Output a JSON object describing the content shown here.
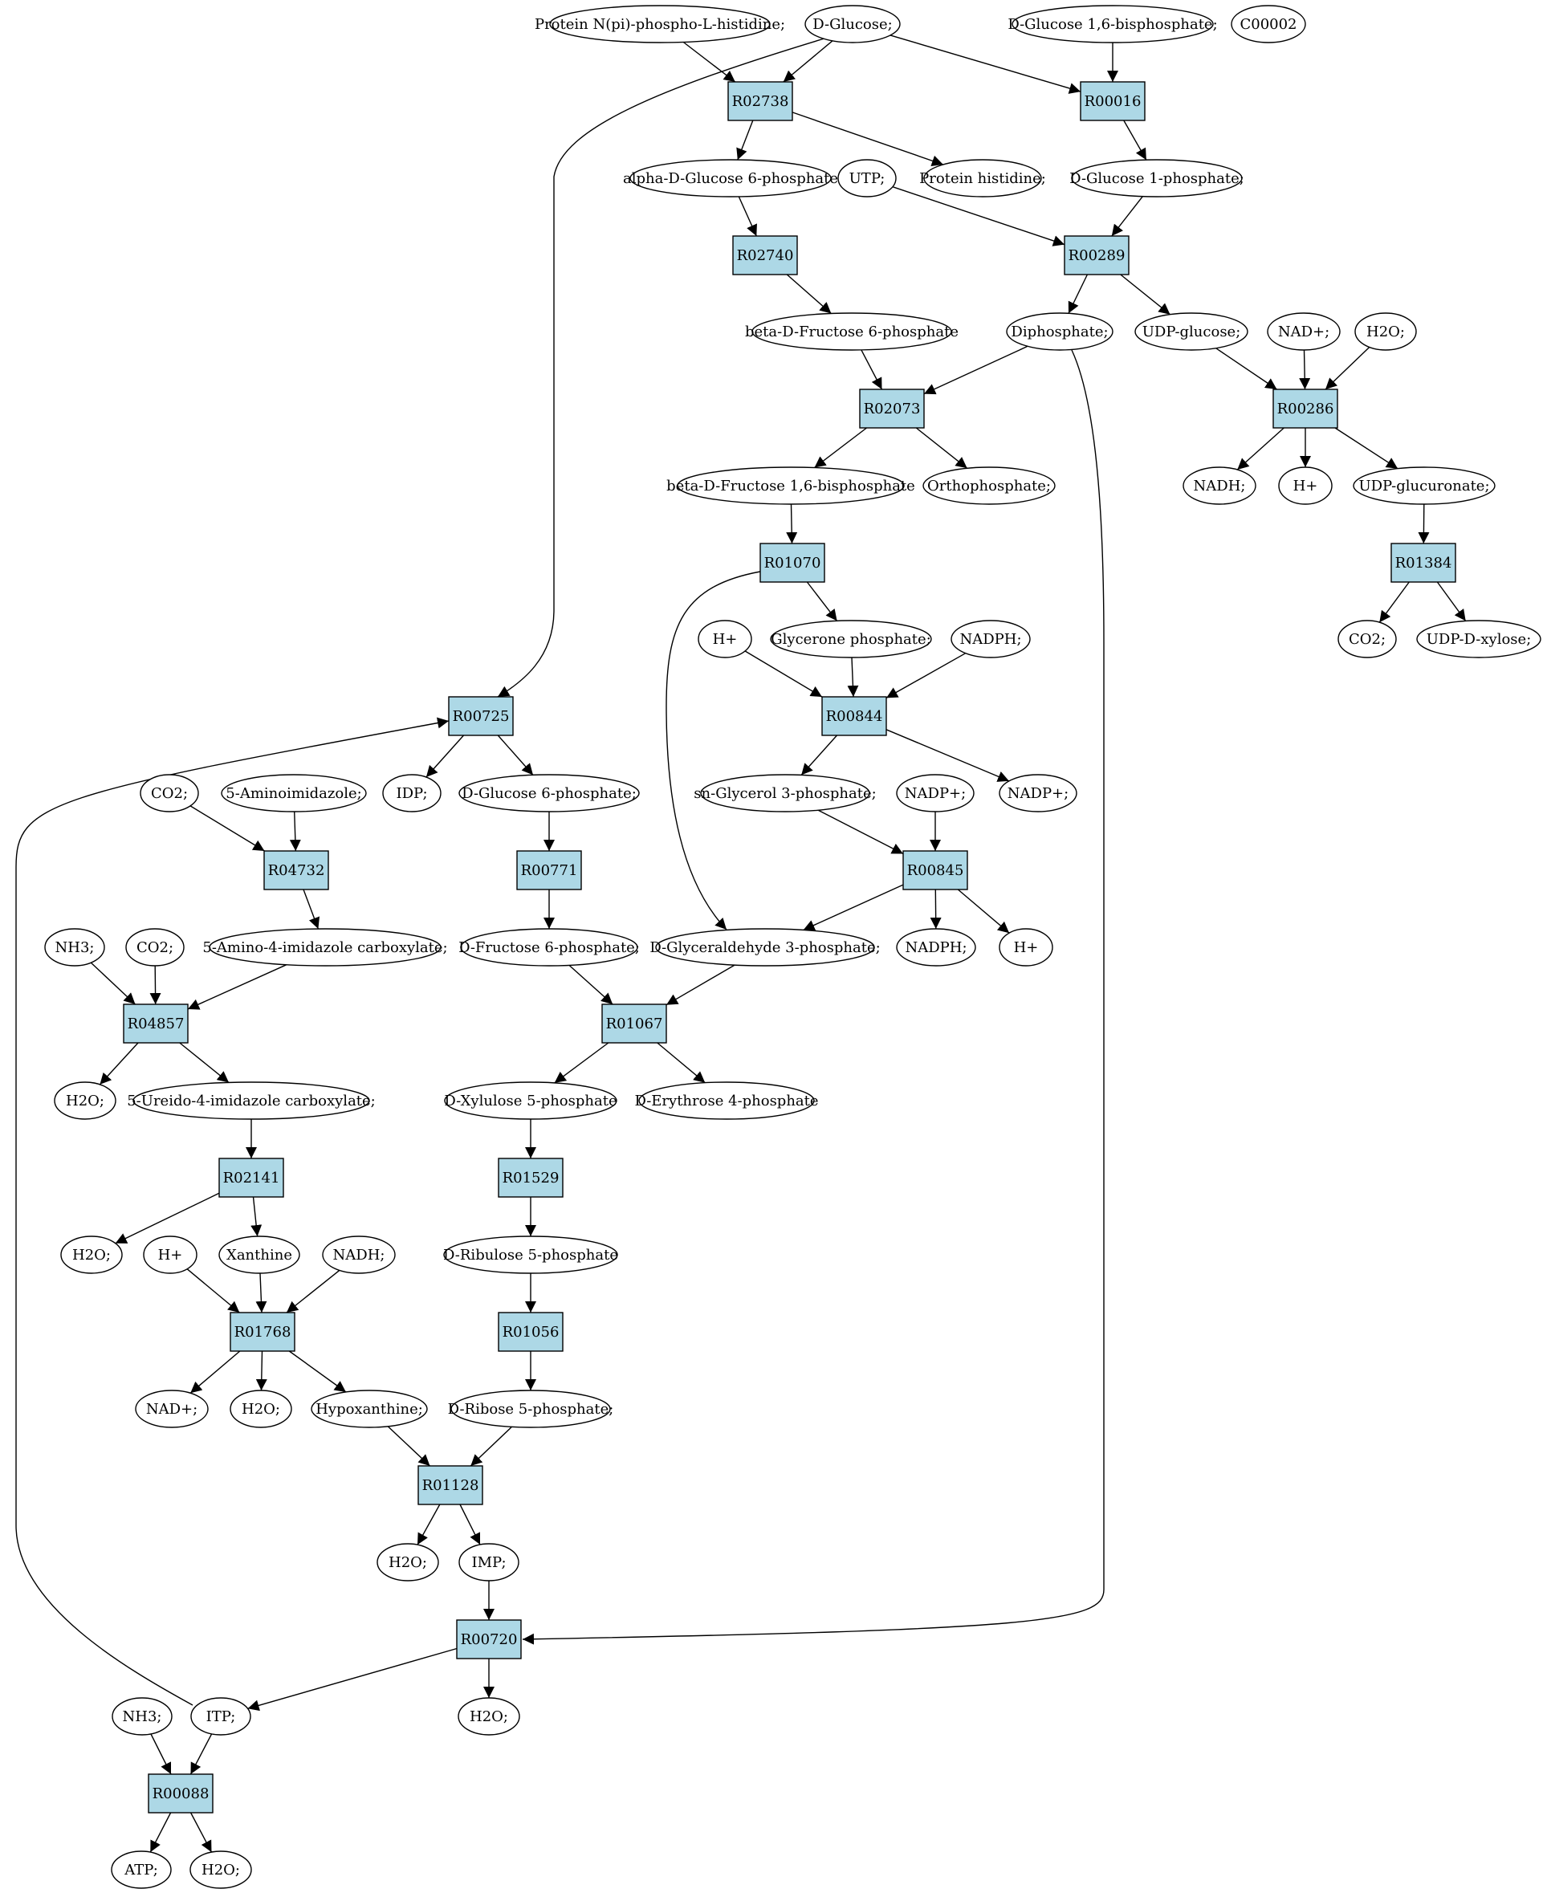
{
  "colors": {
    "reaction_fill": "#add8e6",
    "compound_fill": "#ffffff",
    "start_compound_fill": "#00ee00",
    "highlight_compound_fill": "#ffff00"
  },
  "reactions": {
    "R02738": "R02738",
    "R00016": "R00016",
    "R02740": "R02740",
    "R00289": "R00289",
    "R02073": "R02073",
    "R00286": "R00286",
    "R01070": "R01070",
    "R01384": "R01384",
    "R00725": "R00725",
    "R00844": "R00844",
    "R04732": "R04732",
    "R00771": "R00771",
    "R00845": "R00845",
    "R04857": "R04857",
    "R01067": "R01067",
    "R02141": "R02141",
    "R01529": "R01529",
    "R01768": "R01768",
    "R01056": "R01056",
    "R01128": "R01128",
    "R00720": "R00720",
    "R00088": "R00088"
  },
  "compounds": {
    "protein_nphospho": "Protein N(pi)-phospho-L-histidine;",
    "d_glucose": "D-Glucose;",
    "d_glucose_16bp": "D-Glucose 1,6-bisphosphate;",
    "c00002": "C00002",
    "alpha_g6p": "alpha-D-Glucose 6-phosphate",
    "utp": "UTP;",
    "protein_histidine": "Protein histidine;",
    "d_glucose_1p": "D-Glucose 1-phosphate;",
    "beta_f6p": "beta-D-Fructose 6-phosphate",
    "diphosphate": "Diphosphate;",
    "udp_glucose": "UDP-glucose;",
    "nad_a": "NAD+;",
    "h2o_a": "H2O;",
    "beta_f16bp": "beta-D-Fructose 1,6-bisphosphate",
    "orthophosphate": "Orthophosphate;",
    "nadh_a": "NADH;",
    "hplus_a": "H+",
    "udp_glucuronate": "UDP-glucuronate;",
    "hplus_b": "H+",
    "glycerone_p": "Glycerone phosphate;",
    "nadph_a": "NADPH;",
    "co2_a": "CO2;",
    "udp_xylose": "UDP-D-xylose;",
    "co2_b": "CO2;",
    "aminoimidazole": "5-Aminoimidazole;",
    "idp": "IDP;",
    "d_glucose_6p": "D-Glucose 6-phosphate;",
    "sn_glycerol_3p": "sn-Glycerol 3-phosphate;",
    "nadp_a": "NADP+;",
    "nadp_b": "NADP+;",
    "nh3_a": "NH3;",
    "co2_c": "CO2;",
    "amino_imid_carbox": "5-Amino-4-imidazole carboxylate;",
    "d_fructose_6p": "D-Fructose 6-phosphate;",
    "gap": "D-Glyceraldehyde 3-phosphate;",
    "nadph_b": "NADPH;",
    "hplus_c": "H+",
    "h2o_b": "H2O;",
    "ureido_imid_carbox": "5-Ureido-4-imidazole carboxylate;",
    "xylulose_5p": "D-Xylulose 5-phosphate",
    "erythrose_4p": "D-Erythrose 4-phosphate",
    "h2o_c": "H2O;",
    "hplus_d": "H+",
    "xanthine": "Xanthine",
    "nadh_b": "NADH;",
    "ribulose_5p": "D-Ribulose 5-phosphate",
    "nad_b": "NAD+;",
    "h2o_d": "H2O;",
    "hypoxanthine": "Hypoxanthine;",
    "ribose_5p": "D-Ribose 5-phosphate;",
    "h2o_e": "H2O;",
    "imp": "IMP;",
    "nh3_b": "NH3;",
    "itp": "ITP;",
    "h2o_f": "H2O;",
    "atp": "ATP;",
    "h2o_g": "H2O;"
  }
}
